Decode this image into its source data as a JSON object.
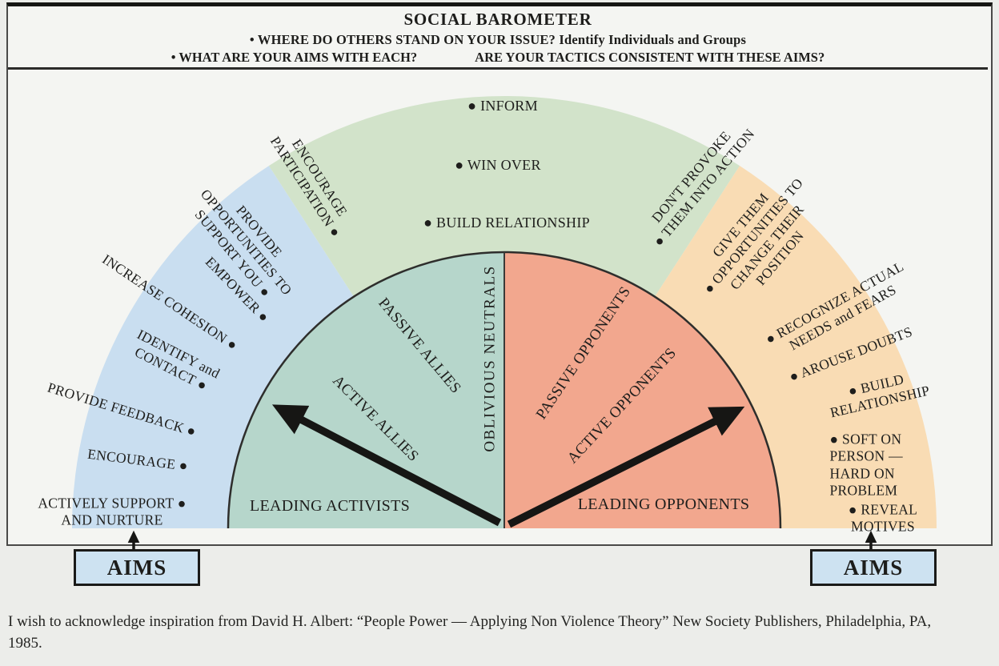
{
  "header": {
    "title": "SOCIAL BAROMETER",
    "q1": "• WHERE DO OTHERS STAND ON YOUR ISSUE? Identify Individuals and Groups",
    "q2a": "• WHAT ARE YOUR AIMS WITH EACH?",
    "q2b": "ARE YOUR TACTICS CONSISTENT WITH THESE AIMS?"
  },
  "labels": {
    "left": [
      {
        "text": "ENCOURAGE\nPARTICIPATION ●"
      },
      {
        "text": "PROVIDE\nOPPORTUNITIES TO\nSUPPORT YOU ●"
      },
      {
        "text": "EMPOWER ●"
      },
      {
        "text": "INCREASE COHESION ●"
      },
      {
        "text": "IDENTIFY and\nCONTACT ●"
      },
      {
        "text": "PROVIDE FEEDBACK ●"
      },
      {
        "text": "ENCOURAGE ●"
      },
      {
        "text": "ACTIVELY SUPPORT ●\nAND NURTURE"
      }
    ],
    "top": [
      {
        "text": "● INFORM"
      },
      {
        "text": "● WIN OVER"
      },
      {
        "text": "● BUILD RELATIONSHIP"
      }
    ],
    "right": [
      {
        "text": "DON'T PROVOKE\n● THEM INTO ACTION"
      },
      {
        "text": "GIVE THEM\n● OPPORTUNITIES TO\nCHANGE THEIR\nPOSITION"
      },
      {
        "text": "● RECOGNIZE ACTUAL\nNEEDS and FEARS"
      },
      {
        "text": "● AROUSE DOUBTS"
      },
      {
        "text": "● BUILD RELATIONSHIP"
      },
      {
        "text": "● SOFT ON PERSON —\nHARD ON PROBLEM"
      },
      {
        "text": "● REVEAL MOTIVES"
      }
    ]
  },
  "wheel": {
    "passive_allies": "PASSIVE ALLIES",
    "active_allies": "ACTIVE ALLIES",
    "oblivious_neutrals": "OBLIVIOUS NEUTRALS",
    "passive_opponents": "PASSIVE OPPONENTS",
    "active_opponents": "ACTIVE OPPONENTS",
    "leading_activists": "LEADING ACTIVISTS",
    "leading_opponents": "LEADING OPPONENTS"
  },
  "aims": {
    "label": "AIMS"
  },
  "footer": {
    "credit": "I wish to acknowledge inspiration from David H. Albert: “People Power — Applying Non Violence Theory” New Society Publishers, Philadelphia, PA, 1985."
  },
  "colors": {
    "ring_blue": "#c9def0",
    "ring_green": "#d2e3ca",
    "ring_orange": "#f9dcb4",
    "inner_teal": "#b6d6cb",
    "inner_salmon": "#f2a78e",
    "aims_box": "#cde2f1",
    "ink": "#1d1d1b"
  }
}
